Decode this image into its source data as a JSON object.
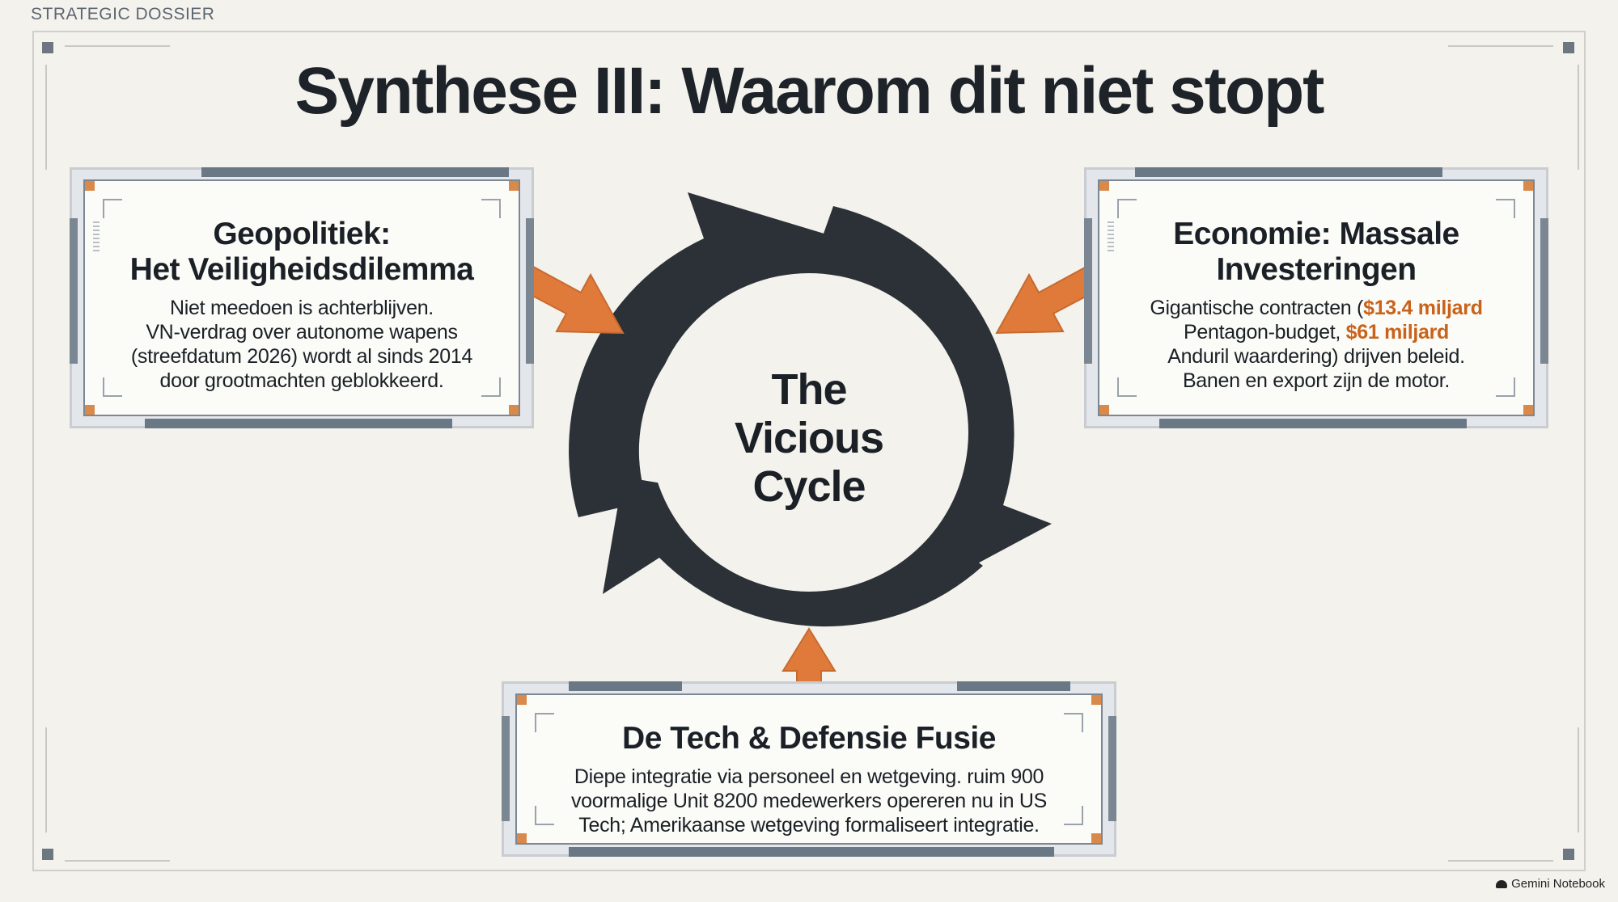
{
  "header_label": "STRATEGIC DOSSIER",
  "title": "Synthese III: Waarom dit niet stopt",
  "center": {
    "label_lines": [
      "The",
      "Vicious",
      "Cycle"
    ]
  },
  "cards": {
    "geopolitics": {
      "title_lines": [
        "Geopolitiek:",
        "Het Veiligheidsdilemma"
      ],
      "body_lines": [
        "Niet meedoen is achterblijven.",
        "VN-verdrag over autonome wapens",
        "(streefdatum 2026) wordt al sinds 2014",
        "door grootmachten geblokkeerd."
      ]
    },
    "economy": {
      "title_lines": [
        "Economie: Massale",
        "Investeringen"
      ],
      "body": {
        "line1_pre": "Gigantische contracten (",
        "line1_highlight": "$13.4 miljard",
        "line2_pre": "Pentagon-budget, ",
        "line2_highlight": "$61 miljard",
        "line3": "Anduril waardering) drijven beleid.",
        "line4": "Banen en export zijn de motor."
      }
    },
    "tech": {
      "title": "De Tech & Defensie Fusie",
      "body_lines": [
        "Diepe integratie via personeel en wetgeving. ruim 900",
        "voormalige Unit 8200 medewerkers opereren nu in US",
        "Tech; Amerikaanse wetgeving formaliseert integratie."
      ]
    }
  },
  "brand": "Gemini Notebook",
  "colors": {
    "background": "#f3f2ed",
    "cycle": "#2b3137",
    "accent_orange": "#e07a3a",
    "highlight_text": "#c9621a",
    "card_steel": "#6a7886"
  },
  "icons": {
    "brand": "notebook-logo-icon"
  }
}
